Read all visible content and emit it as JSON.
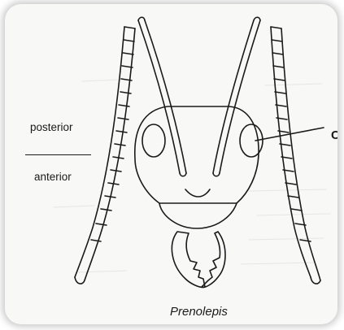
{
  "labels": {
    "posterior": "posterior",
    "anterior": "anterior",
    "callout": "C",
    "caption": "Prenolepis"
  },
  "colors": {
    "ink": "#1a1a1a",
    "paper": "#f8f8f6"
  }
}
